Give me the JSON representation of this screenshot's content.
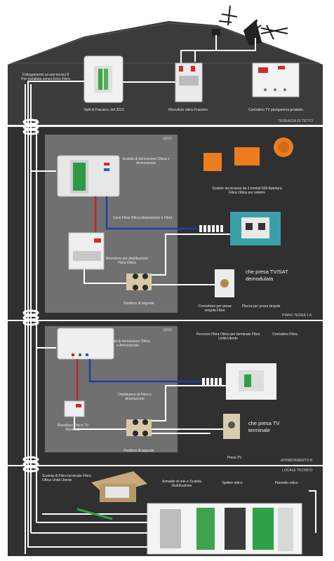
{
  "colors": {
    "roof": "#3a3a3a",
    "floor": "#2f2f2f",
    "panel": "#6e6e6e",
    "cable_white": "#f5f5f5",
    "cable_red": "#c0262b",
    "cable_blue": "#1f3fa8",
    "orange": "#ee7d1f",
    "teal": "#2f8f96"
  },
  "roof": {
    "amplifier_caption": "Centralino TV plurigamma prodotto",
    "optical_label": "Ricevitore ottico Fracarro",
    "splitter_caption": "Split di Fracarro, del 2013",
    "left_cable_caption": "Collegamento ai vani tecnici 8 Pre-installata senza Erico Fibra",
    "floor_tag": "TERRAZZA DI TETTO"
  },
  "floor1": {
    "tag": "QD02",
    "box_caption": "Scatola di derivazione Ottica e Armonizzata",
    "orange_caption": "Scatole da incasso da 3 moduli 503 Apertura Fibra Ottica per sistemi",
    "cable_caption": "Cavo Fibra Ottica diramazione e Fibra",
    "receiver_caption": "Ricevitore per distribuzione Fibra Ottica",
    "splitter_caption": "Partitore di segnale",
    "socket_caption": "Connettore per presa singola Fibra",
    "plate_caption": "Placca per presa singola",
    "tv_sat": "che presa TV/SAT",
    "tv_sat_2": "demodulata",
    "floor_tag": "PIANO TERRA 1 A"
  },
  "floor2": {
    "tag": "QD02",
    "box_caption": "Scatola di derivazione Ottica e Armonizzata",
    "top_caption": "Percorso Fibra Ottica per terminale Fibra Unità Utente",
    "top_caption2": "Centralino Fibra",
    "cable_caption": "Distributore di Fibra e diramazione",
    "receiver_caption": "Ricevitore Ottico TV Terminale",
    "splitter_caption": "Partitore di segnale",
    "tv_only": "che presa TV",
    "tv_only_2": "terminale",
    "tv_tag": "Presa TV",
    "floor_tag": "APPARTAMENTO B"
  },
  "basement": {
    "kit_caption": "Scatola di Fibra terminale Fibra Ottica Unità Utente",
    "cab1": "Armadio di rete e Scatola Distribuzione",
    "cab2": "Splitter ottico",
    "cab3": "Pannello ottico",
    "floor_tag": "LOCALE TECNICO"
  }
}
